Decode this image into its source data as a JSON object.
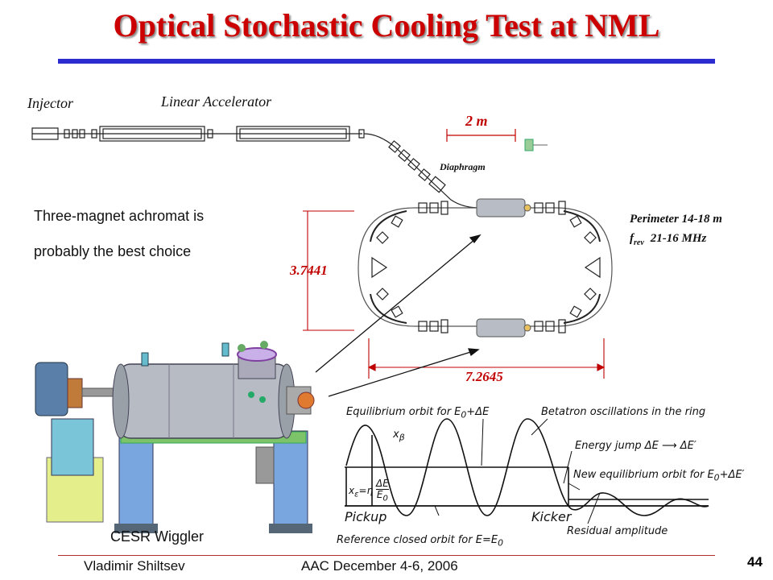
{
  "slide": {
    "title": "Optical Stochastic Cooling Test at NML",
    "note_line1": "Three-magnet achromat is",
    "note_line2": "probably the best choice",
    "footer_author": "Vladimir Shiltsev",
    "footer_event": "AAC December 4-6, 2006",
    "page_number": "44"
  },
  "layout_diagram": {
    "injector": "Injector",
    "linac": "Linear Accelerator",
    "scale": "2 m",
    "diaphragm": "Diaphragm",
    "perimeter": "Perimeter 14-18 m",
    "frev_symbol": "f",
    "frev_sub": "rev",
    "frev_value": "21-16 MHz",
    "height_dim": "3.7441",
    "width_dim": "7.2645"
  },
  "wiggler": {
    "caption": "CESR Wiggler"
  },
  "orbit_sketch": {
    "equilibrium": "Equilibrium orbit for E",
    "eq_sub": "0",
    "eq_tail": "+ΔE",
    "betatron": "Betatron oscillations in the ring",
    "energy_jump": "Energy jump ΔE ⟶ ΔE′",
    "new_equilibrium": "New equilibrium orbit for E",
    "new_eq_sub": "0",
    "new_eq_tail": "+ΔE′",
    "pickup": "Pickup",
    "kicker": "Kicker",
    "reference": "Reference closed orbit for E=E",
    "ref_sub": "0",
    "residual": "Residual amplitude",
    "x_beta": "x",
    "x_beta_sub": "β",
    "x_eps": "x",
    "x_eps_sub": "ε",
    "eta_eq": "=η",
    "frac_num": "ΔE",
    "frac_den": "E",
    "frac_den_sub": "0"
  }
}
